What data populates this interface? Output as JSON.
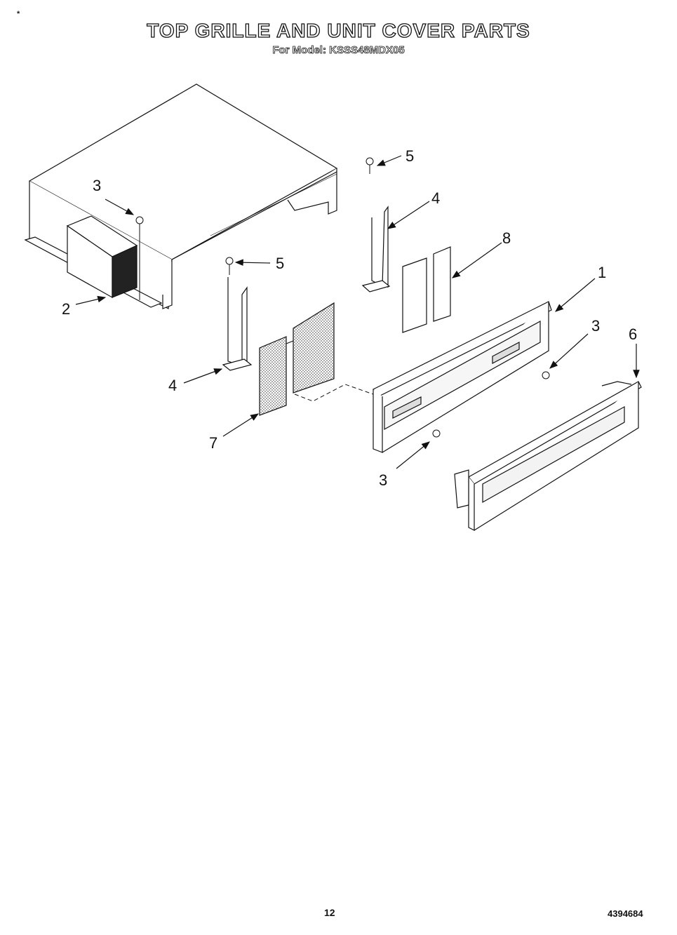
{
  "header": {
    "corner_mark": "*",
    "title": "TOP GRILLE AND UNIT COVER PARTS",
    "subtitle": "For Model: KSSS48MDX05"
  },
  "callouts": [
    {
      "id": "c-3-top",
      "label": "3"
    },
    {
      "id": "c-2",
      "label": "2"
    },
    {
      "id": "c-5-left",
      "label": "5"
    },
    {
      "id": "c-4-left",
      "label": "4"
    },
    {
      "id": "c-7",
      "label": "7"
    },
    {
      "id": "c-5-right",
      "label": "5"
    },
    {
      "id": "c-4-right",
      "label": "4"
    },
    {
      "id": "c-8",
      "label": "8"
    },
    {
      "id": "c-1",
      "label": "1"
    },
    {
      "id": "c-3-right",
      "label": "3"
    },
    {
      "id": "c-6",
      "label": "6"
    },
    {
      "id": "c-3-bottom",
      "label": "3"
    }
  ],
  "footer": {
    "page_number": "12",
    "doc_number": "4394684"
  }
}
